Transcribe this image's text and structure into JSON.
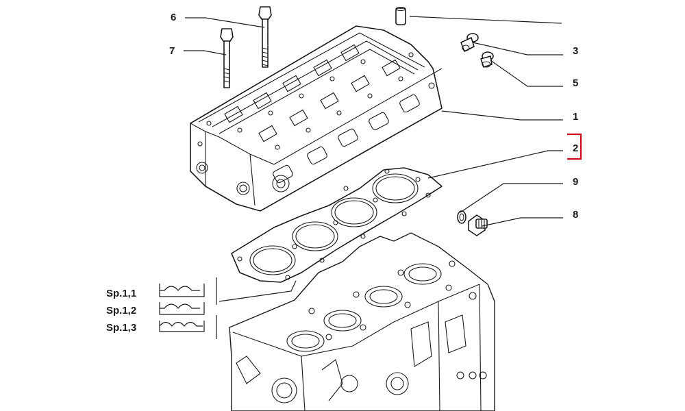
{
  "callouts": {
    "c1": "1",
    "c2": "2",
    "c3": "3",
    "c5": "5",
    "c6": "6",
    "c7": "7",
    "c8": "8",
    "c9": "9"
  },
  "thickness_variants": [
    {
      "label": "Sp.1,1",
      "profile": "two-lobes"
    },
    {
      "label": "Sp.1,2",
      "profile": "two-lobes-flat"
    },
    {
      "label": "Sp.1,3",
      "profile": "three-lobes"
    }
  ],
  "highlight_color": "#d0021b",
  "line_color": "#1a1a1a"
}
